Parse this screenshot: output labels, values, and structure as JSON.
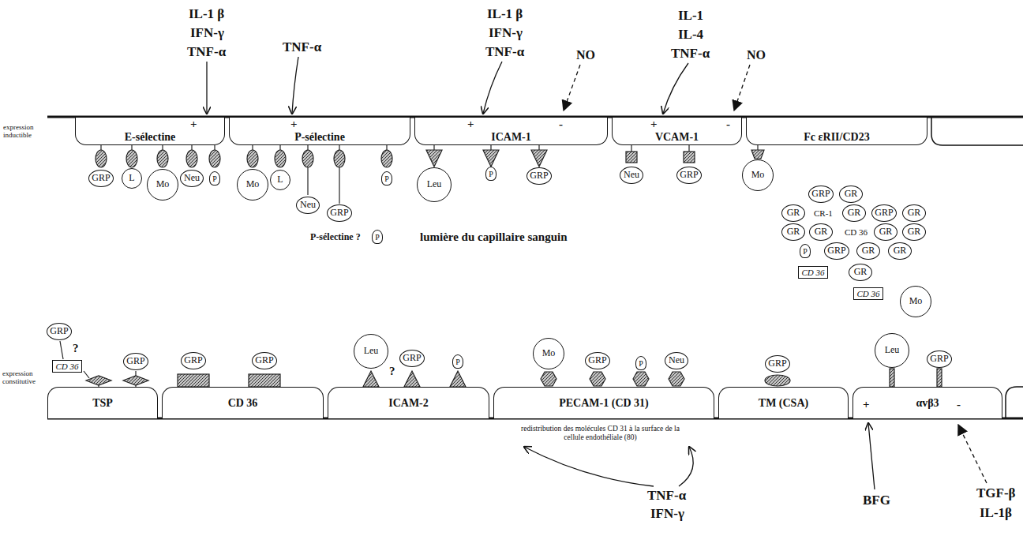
{
  "diagram": {
    "nodes": [
      {
        "text": [
          "E-sélectine"
        ]
      },
      {
        "text": [
          "P-sélectine"
        ]
      },
      {
        "text": [
          "ICAM-1"
        ]
      },
      {
        "text": [
          "VCAM-1"
        ]
      },
      {
        "text": [
          "Fc εRII/CD23"
        ]
      },
      {
        "text": [
          "GRP"
        ]
      },
      {
        "text": [
          "L"
        ]
      },
      {
        "text": [
          "Mo"
        ]
      },
      {
        "text": [
          "Neu"
        ]
      },
      {
        "text": [
          "P"
        ]
      },
      {
        "text": [
          "Mo"
        ]
      },
      {
        "text": [
          "L"
        ]
      },
      {
        "text": [
          "Neu"
        ]
      },
      {
        "text": [
          "GRP"
        ]
      },
      {
        "text": [
          "P"
        ]
      },
      {
        "text": [
          "P"
        ]
      },
      {
        "text": [
          "Leu"
        ]
      },
      {
        "text": [
          "P"
        ]
      },
      {
        "text": [
          "GRP"
        ]
      },
      {
        "text": [
          "Neu"
        ]
      },
      {
        "text": [
          "GRP"
        ]
      },
      {
        "text": [
          "Mo"
        ]
      },
      {
        "text": [
          "GRP"
        ]
      },
      {
        "text": [
          "GR"
        ]
      },
      {
        "text": [
          "GR"
        ]
      },
      {
        "text": [
          "GR"
        ]
      },
      {
        "text": [
          "GRP"
        ]
      },
      {
        "text": [
          "GR"
        ]
      },
      {
        "text": [
          "GR"
        ]
      },
      {
        "text": [
          "GR"
        ]
      },
      {
        "text": [
          "GR"
        ]
      },
      {
        "text": [
          "GR"
        ]
      },
      {
        "text": [
          "P"
        ]
      },
      {
        "text": [
          "GRP"
        ]
      },
      {
        "text": [
          "GR"
        ]
      },
      {
        "text": [
          "GR"
        ]
      },
      {
        "text": [
          "CD 36"
        ]
      },
      {
        "text": [
          "GR"
        ]
      },
      {
        "text": [
          "CD 36"
        ]
      },
      {
        "text": [
          "Mo"
        ]
      },
      {
        "text": [
          "TSP"
        ]
      },
      {
        "text": [
          "CD 36"
        ]
      },
      {
        "text": [
          "ICAM-2"
        ]
      },
      {
        "text": [
          "PECAM-1 (CD 31)"
        ]
      },
      {
        "text": [
          "TM (CSA)"
        ]
      },
      {
        "text": [
          "αvβ3"
        ]
      },
      {
        "text": [
          "GRP"
        ]
      },
      {
        "text": [
          "CD 36"
        ]
      },
      {
        "text": [
          "GRP"
        ]
      },
      {
        "text": [
          "GRP"
        ]
      },
      {
        "text": [
          "GRP"
        ]
      },
      {
        "text": [
          "Leu"
        ]
      },
      {
        "text": [
          "GRP"
        ]
      },
      {
        "text": [
          "P"
        ]
      },
      {
        "text": [
          "Mo"
        ]
      },
      {
        "text": [
          "GRP"
        ]
      },
      {
        "text": [
          "P"
        ]
      },
      {
        "text": [
          "Neu"
        ]
      },
      {
        "text": [
          "GRP"
        ]
      },
      {
        "text": [
          "Leu"
        ]
      },
      {
        "text": [
          "GRP"
        ]
      }
    ],
    "labels": [
      "IL-1 β",
      "IFN-γ",
      "TNF-α",
      "TNF-α",
      "IL-1 β",
      "IFN-γ",
      "TNF-α",
      "NO",
      "IL-1",
      "IL-4",
      "TNF-α",
      "NO",
      "expression inductible",
      "+",
      "+",
      "+",
      "-",
      "+",
      "-",
      "P-sélectine ?",
      "CR-1",
      "CD 36",
      "lumière du capillaire sanguin",
      "?",
      "?",
      "expression constitutive",
      "redistribution des molécules CD 31 à la surface de la cellule endothéliale (80)",
      "TNF-α",
      "IFN-γ",
      "+",
      "-",
      "BFG",
      "TGF-β",
      "IL-1β"
    ]
  }
}
